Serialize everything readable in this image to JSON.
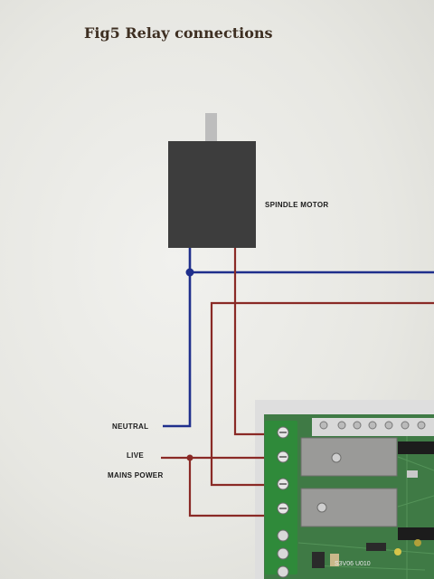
{
  "figure": {
    "title": "Fig5 Relay connections"
  },
  "labels": {
    "spindle_motor": "SPINDLE MOTOR",
    "neutral": "NEUTRAL",
    "live": "LIVE",
    "mains_power": "MAINS POWER"
  },
  "board": {
    "silkscreen": "S3V06 U010"
  },
  "colors": {
    "neutral_wire": "#1f2f8c",
    "live_wire": "#8a2a26",
    "motor_body": "#3d3d3d",
    "motor_shaft": "#bdbdbd",
    "terminal_green": "#2f8a3a",
    "pcb_green": "#3f7a45",
    "relay_gray": "#9a9a98"
  }
}
